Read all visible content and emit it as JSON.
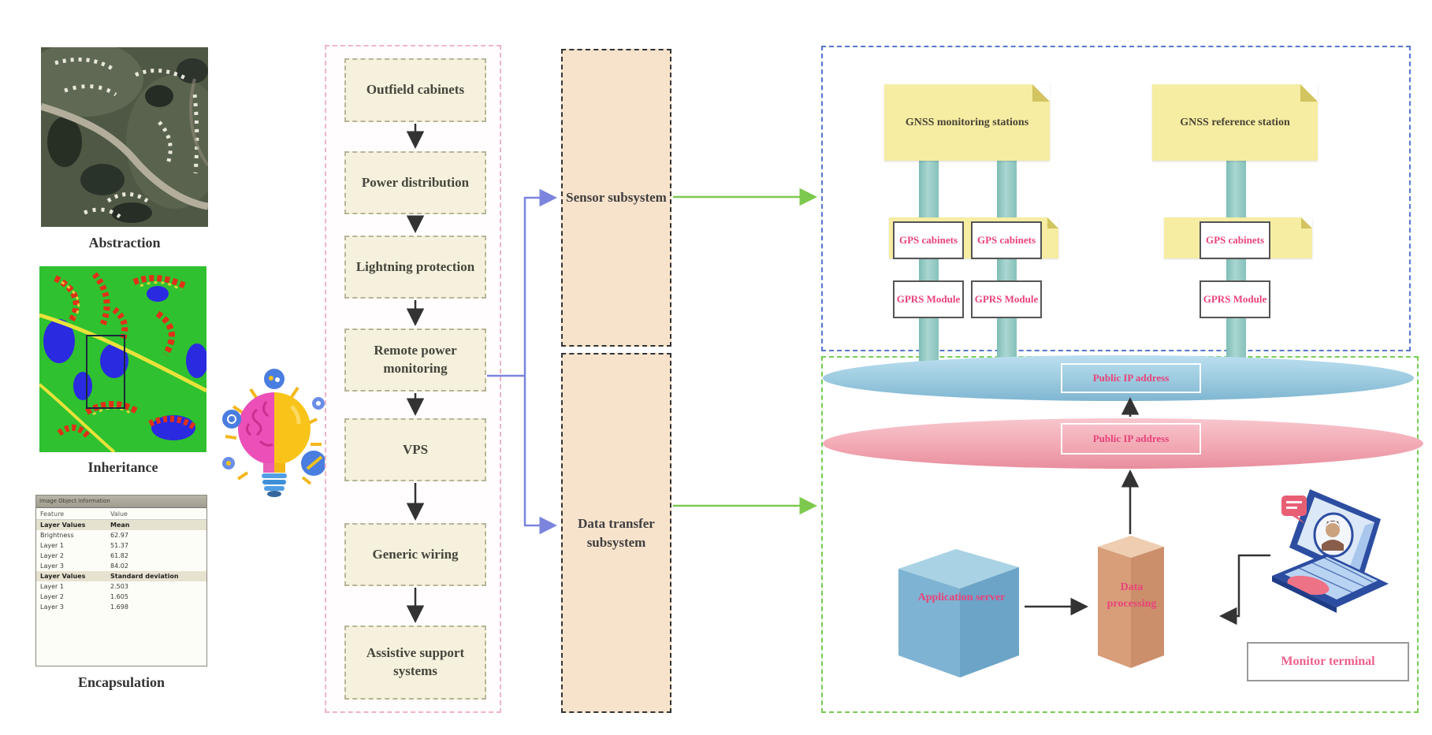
{
  "left_panel": {
    "abstraction_label": "Abstraction",
    "inheritance_label": "Inheritance",
    "encapsulation_label": "Encapsulation",
    "info_window": {
      "title": "Image Object Information",
      "col_feature": "Feature",
      "col_value": "Value",
      "rows": [
        {
          "feature": "Layer Values",
          "value": "Mean"
        },
        {
          "feature": "Brightness",
          "value": "62.97"
        },
        {
          "feature": "Layer 1",
          "value": "51.37"
        },
        {
          "feature": "Layer 2",
          "value": "61.82"
        },
        {
          "feature": "Layer 3",
          "value": "84.02"
        },
        {
          "feature": "Layer Values",
          "value": "Standard deviation"
        },
        {
          "feature": "Layer 1",
          "value": "2.503"
        },
        {
          "feature": "Layer 2",
          "value": "1.605"
        },
        {
          "feature": "Layer 3",
          "value": "1.698"
        }
      ]
    }
  },
  "flowchart": {
    "steps": [
      {
        "label": "Outfield cabinets"
      },
      {
        "label": "Power distribution"
      },
      {
        "label": "Lightning protection"
      },
      {
        "label": "Remote power monitoring"
      },
      {
        "label": "VPS"
      },
      {
        "label": "Generic wiring"
      },
      {
        "label": "Assistive support systems"
      }
    ]
  },
  "subsystems": {
    "sensor_label": "Sensor subsystem",
    "data_transfer_label": "Data transfer subsystem"
  },
  "gnss_section": {
    "monitoring_stations_label": "GNSS monitoring stations",
    "reference_station_label": "GNSS reference station",
    "gps_cabinets_label": "GPS cabinets",
    "gprs_module_label": "GPRS Module"
  },
  "network_section": {
    "public_ip_top_label": "Public IP address",
    "public_ip_bottom_label": "Public IP address"
  },
  "processing_section": {
    "application_server_label": "Application server",
    "data_processing_label": "Data processing",
    "monitor_terminal_label": "Monitor terminal"
  },
  "colors": {
    "flow_box_fill": "#f5f1dc",
    "flow_container_border": "#f0b4c8",
    "subsystem_fill": "#f7e2cb",
    "gnss_border": "#5577cc",
    "ground_border": "#77cc55",
    "sticky_fill": "#f6eda2",
    "pillar": "#8ac1bb",
    "pink_text": "#e8437a",
    "ellipse_blue": "#8fc0da",
    "ellipse_pink": "#ee9aa8",
    "green_arrow": "#7dc94e",
    "blue_connector": "#7b85dd",
    "black_arrow": "#333333"
  }
}
